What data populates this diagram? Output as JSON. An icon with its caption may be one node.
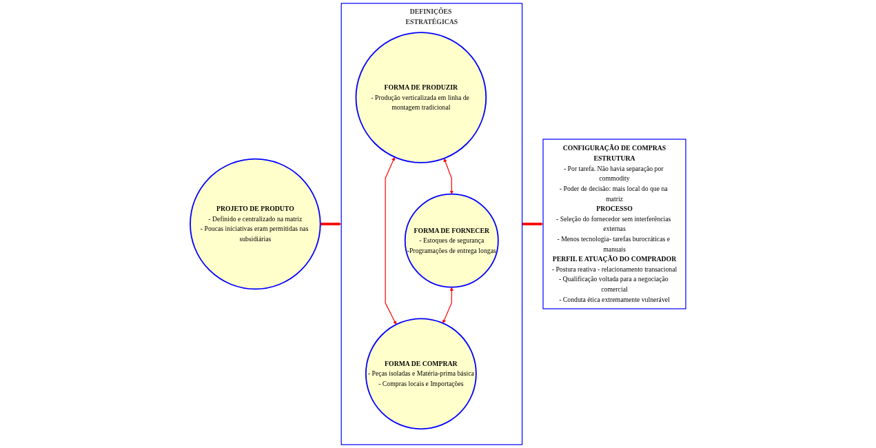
{
  "diagram": {
    "nodes": [
      {
        "text": [
          "PROJETO DE PRODUTO",
          "- Definido e centralizado na matriz",
          "- Poucas iniciativas eram permitidas nas subsidiárias"
        ]
      },
      {
        "text": [
          "DEFINIÇÕES ESTRATÉGICAS"
        ]
      },
      {
        "text": [
          "FORMA DE PRODUZIR",
          "- Produção verticalizada em linha de montagem tradicional"
        ],
        "in": 1
      },
      {
        "text": [
          "FORMA DE FORNECER",
          "- Estoques de segurança",
          "-Programações de entrega longas"
        ],
        "in": 1
      },
      {
        "text": [
          "FORMA DE COMPRAR",
          "- Peças isoladas e Matéria-prima básica",
          "- Compras locais e Importações"
        ],
        "in": 1
      },
      {
        "text": [
          "CONFIGURAÇÃO DE COMPRAS",
          "ESTRUTURA",
          "- Por tarefa. Não havia separação por commodity",
          "- Poder de decisão: mais local do que na matriz",
          "PROCESSO",
          "- Seleção do fornecedor sem interferências externas",
          "- Menos tecnologia- tarefas burocráticas e manuais",
          "PERFIL E ATUAÇÃO DO COMPRADOR",
          "- Postura reativa - relacionamento transacional",
          "- Qualificação voltada para a negociação comercial",
          "- Conduta ética extremamente vulnerável"
        ]
      }
    ],
    "edges": [
      {
        "from": 0,
        "to": 1,
        "arrow": "to",
        "style": "thick"
      },
      {
        "from": 1,
        "to": 5,
        "arrow": "to",
        "style": "thick"
      },
      {
        "from": 2,
        "to": 3,
        "arrow": "both"
      },
      {
        "from": 2,
        "to": 4,
        "arrow": "both"
      },
      {
        "from": 3,
        "to": 4,
        "arrow": "both"
      }
    ]
  }
}
